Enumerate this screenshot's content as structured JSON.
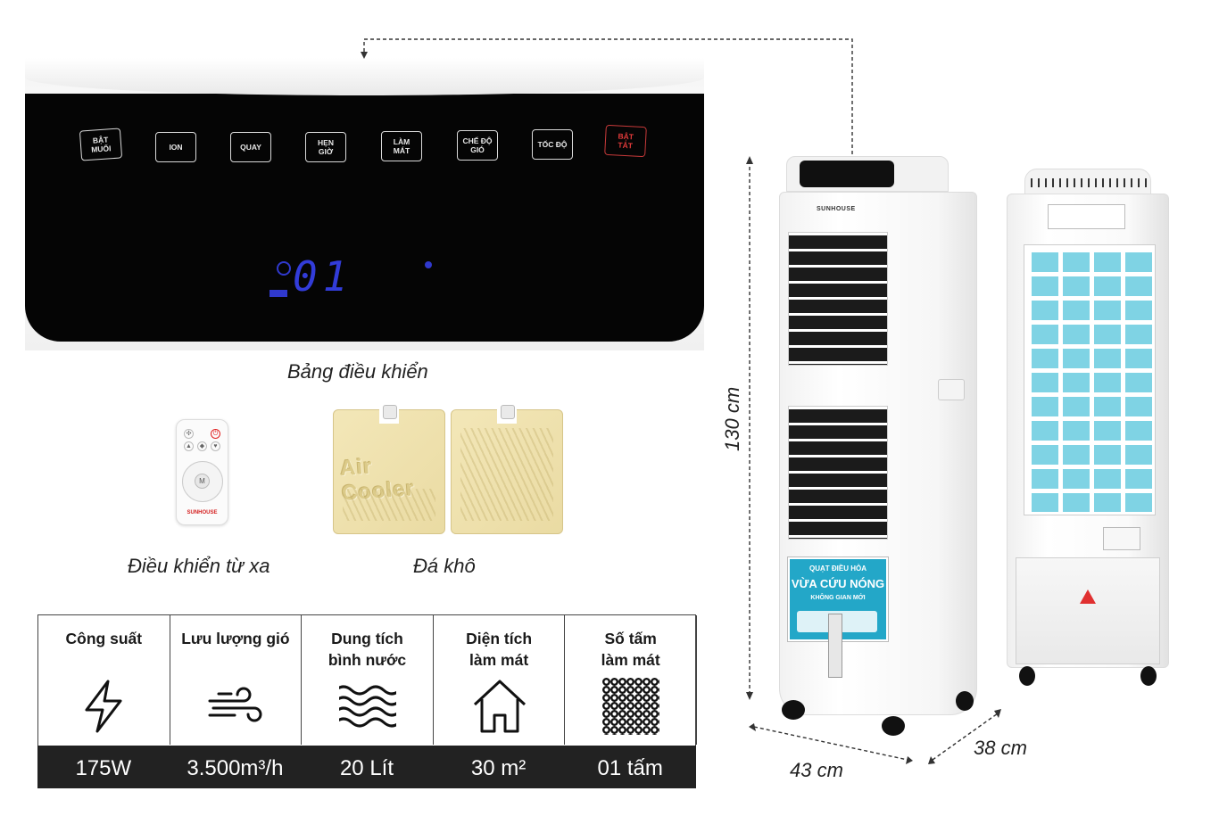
{
  "control_panel": {
    "buttons": [
      {
        "label": "BẬT\nMUỐI",
        "color": "#e8e8e8"
      },
      {
        "label": "ION",
        "color": "#e8e8e8"
      },
      {
        "label": "QUAY",
        "color": "#e8e8e8"
      },
      {
        "label": "HẸN\nGIỜ",
        "color": "#e8e8e8"
      },
      {
        "label": "LÀM\nMÁT",
        "color": "#e8e8e8"
      },
      {
        "label": "CHẾ ĐỘ\nGIÓ",
        "color": "#e8e8e8"
      },
      {
        "label": "TỐC ĐỘ",
        "color": "#e8e8e8"
      },
      {
        "label": "BẬT\nTẮT",
        "color": "#e03a3a"
      }
    ],
    "display_value": "01",
    "display_color": "#3b46ff",
    "caption": "Bảng điều khiển"
  },
  "accessories": {
    "remote": {
      "caption": "Điều khiển từ xa",
      "brand": "SUNHOUSE",
      "center_key": "M"
    },
    "ice_packs": {
      "caption": "Đá khô",
      "stamp": "Air Cooler"
    }
  },
  "specs": [
    {
      "label": "Công suất",
      "icon": "lightning-icon",
      "value": "175W"
    },
    {
      "label": "Lưu lượng gió",
      "icon": "wind-icon",
      "value": "3.500m³/h"
    },
    {
      "label": "Dung tích\nbình nước",
      "icon": "waves-icon",
      "value": "20 Lít"
    },
    {
      "label": "Diện tích\nlàm mát",
      "icon": "house-icon",
      "value": "30 m²"
    },
    {
      "label": "Số tấm\nlàm mát",
      "icon": "mesh-icon",
      "value": "01 tấm"
    }
  ],
  "product": {
    "brand": "SUNHOUSE",
    "front_label": {
      "line1": "QUẠT ĐIỀU HÒA",
      "line2": "VỪA CỨU NÓNG",
      "line3": "KHÔNG GIAN MỚI"
    },
    "dimensions": {
      "height": "130 cm",
      "width": "43 cm",
      "depth": "38 cm"
    },
    "accent_color": "#23a7c8"
  }
}
